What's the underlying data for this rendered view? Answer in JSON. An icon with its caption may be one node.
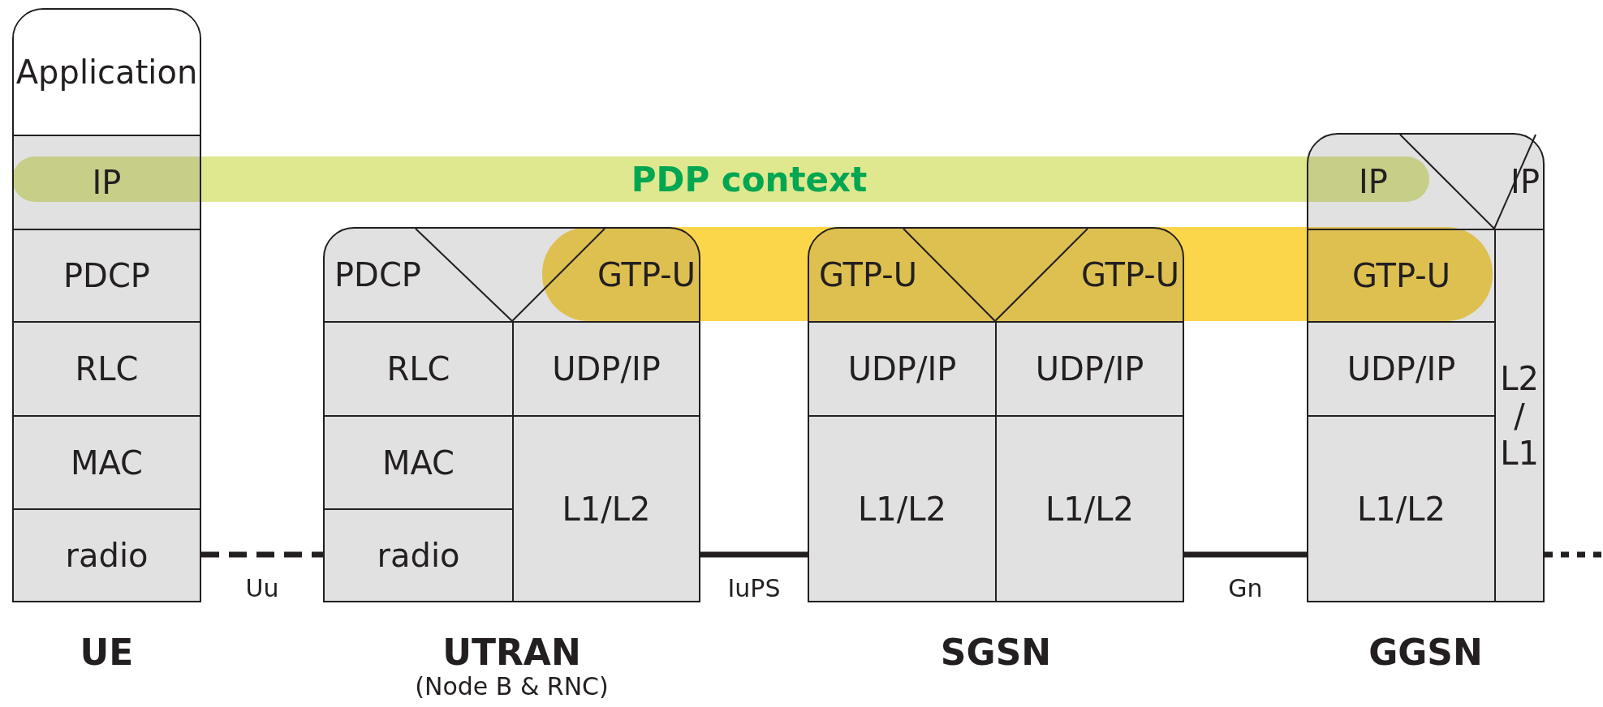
{
  "diagram": {
    "nodes": [
      {
        "text": [
          "UE"
        ]
      },
      {
        "text": [
          "Application"
        ],
        "in": 0
      },
      {
        "text": [
          "IP"
        ],
        "in": 0
      },
      {
        "text": [
          "PDCP"
        ],
        "in": 0
      },
      {
        "text": [
          "RLC"
        ],
        "in": 0
      },
      {
        "text": [
          "MAC"
        ],
        "in": 0
      },
      {
        "text": [
          "radio"
        ],
        "in": 0
      },
      {
        "text": [
          "PDP context"
        ]
      },
      {
        "text": [
          "UTRAN",
          "(Node B & RNC)"
        ]
      },
      {
        "text": [
          "PDCP"
        ],
        "in": 8
      },
      {
        "text": [
          "GTP-U"
        ],
        "in": 8
      },
      {
        "text": [
          "RLC"
        ],
        "in": 8
      },
      {
        "text": [
          "UDP/IP"
        ],
        "in": 8
      },
      {
        "text": [
          "MAC"
        ],
        "in": 8
      },
      {
        "text": [
          "L1/L2"
        ],
        "in": 8
      },
      {
        "text": [
          "radio"
        ],
        "in": 8
      },
      {
        "text": [
          "SGSN"
        ]
      },
      {
        "text": [
          "GTP-U"
        ],
        "in": 16
      },
      {
        "text": [
          "GTP-U"
        ],
        "in": 16
      },
      {
        "text": [
          "UDP/IP"
        ],
        "in": 16
      },
      {
        "text": [
          "UDP/IP"
        ],
        "in": 16
      },
      {
        "text": [
          "L1/L2"
        ],
        "in": 16
      },
      {
        "text": [
          "L1/L2"
        ],
        "in": 16
      },
      {
        "text": [
          "GGSN"
        ]
      },
      {
        "text": [
          "IP"
        ],
        "in": 23
      },
      {
        "text": [
          "IP"
        ],
        "in": 23
      },
      {
        "text": [
          "GTP-U"
        ],
        "in": 23
      },
      {
        "text": [
          "UDP/IP"
        ],
        "in": 23
      },
      {
        "text": [
          "L1/L2"
        ],
        "in": 23
      },
      {
        "text": [
          "L2 / L1"
        ],
        "in": 23
      }
    ],
    "edges": [
      {
        "from": 0,
        "to": 8,
        "arrow": "none",
        "label": "Uu",
        "style": "dashed"
      },
      {
        "from": 8,
        "to": 16,
        "arrow": "none",
        "label": "IuPS"
      },
      {
        "from": 16,
        "to": 23,
        "arrow": "none",
        "label": "Gn"
      },
      {
        "from": 23,
        "to": null,
        "arrow": "none",
        "style": "dashed"
      }
    ]
  }
}
